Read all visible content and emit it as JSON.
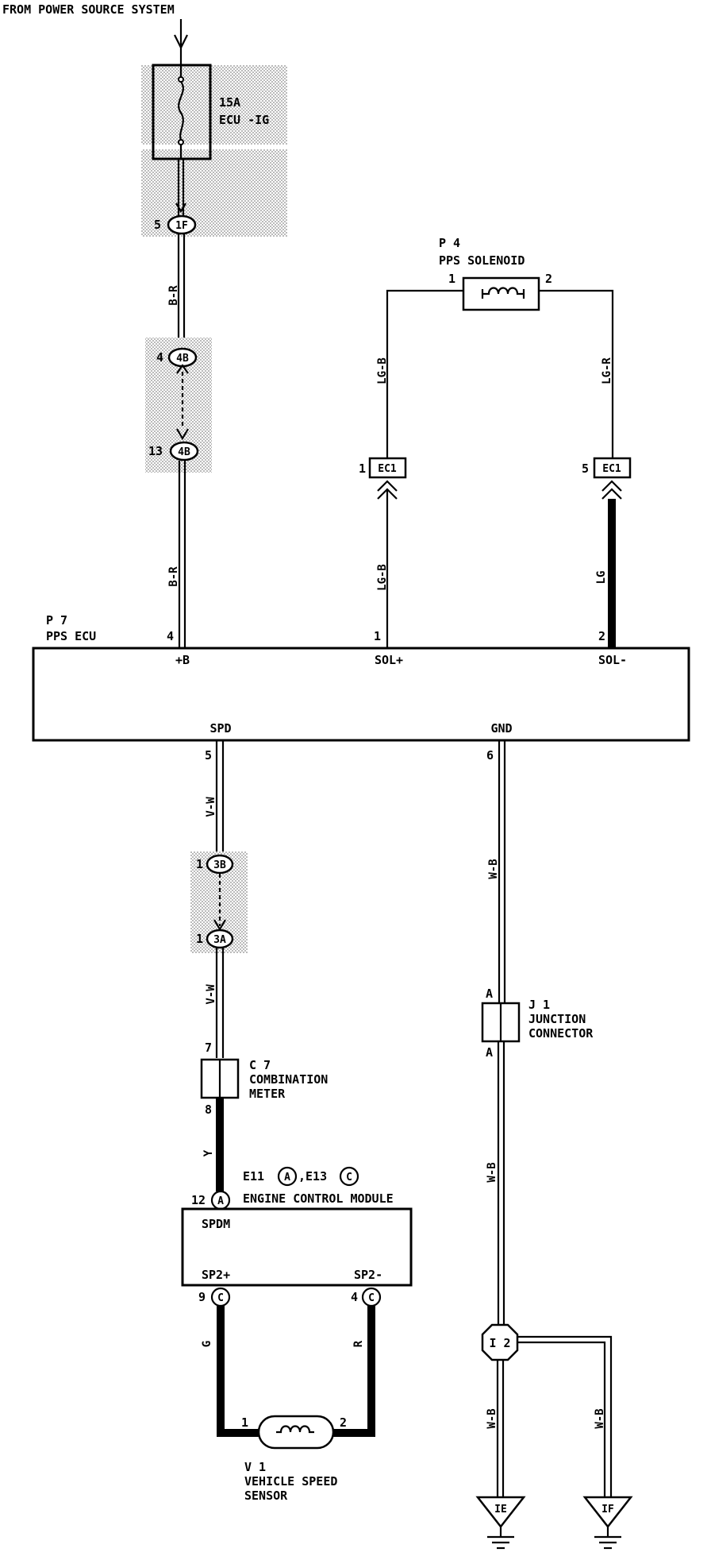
{
  "header": {
    "source": "FROM POWER SOURCE SYSTEM"
  },
  "fuse": {
    "rating": "15A",
    "name": "ECU -IG"
  },
  "connectors": {
    "c1f": {
      "id": "1F",
      "pin": "5"
    },
    "c4b_top": {
      "id": "4B",
      "pin": "4"
    },
    "c4b_bottom": {
      "id": "4B",
      "pin": "13"
    },
    "ec1_left": {
      "id": "EC1",
      "pin": "1"
    },
    "ec1_right": {
      "id": "EC1",
      "pin": "5"
    },
    "c3b": {
      "id": "3B",
      "pin": "1"
    },
    "c3a": {
      "id": "3A",
      "pin": "1"
    },
    "ecm_a": {
      "id": "A",
      "pin": "12"
    },
    "ecm_c_left": {
      "id": "C",
      "pin": "9"
    },
    "ecm_c_right": {
      "id": "C",
      "pin": "4"
    }
  },
  "wires": {
    "br_upper": "B-R",
    "br_lower": "B-R",
    "lgb_upper": "LG-B",
    "lgb_lower": "LG-B",
    "lgr": "LG-R",
    "lg": "LG",
    "vw_upper": "V-W",
    "vw_lower": "V-W",
    "y": "Y",
    "g": "G",
    "r": "R",
    "wb_1": "W-B",
    "wb_2": "W-B",
    "wb_3": "W-B",
    "wb_4": "W-B"
  },
  "solenoid": {
    "code": "P 4",
    "name": "PPS SOLENOID",
    "pin_left": "1",
    "pin_right": "2"
  },
  "ecu": {
    "code": "P 7",
    "name": "PPS ECU",
    "pins": {
      "b": {
        "num": "4",
        "label": "+B"
      },
      "solp": {
        "num": "1",
        "label": "SOL+"
      },
      "solm": {
        "num": "2",
        "label": "SOL-"
      },
      "spd": {
        "num": "5",
        "label": "SPD"
      },
      "gnd": {
        "num": "6",
        "label": "GND"
      }
    }
  },
  "junction": {
    "code": "J 1",
    "name_line1": "JUNCTION",
    "name_line2": "CONNECTOR",
    "pin_top": "A",
    "pin_bottom": "A"
  },
  "meter": {
    "code": "C 7",
    "name_line1": "COMBINATION",
    "name_line2": "METER",
    "pin_top": "7",
    "pin_bottom": "8"
  },
  "ecm": {
    "code_e11": "E11",
    "conn_a": "A",
    "code_e13": ",E13",
    "conn_c": "C",
    "name": "ENGINE CONTROL MODULE",
    "spdm": "SPDM",
    "sp2p": "SP2+",
    "sp2m": "SP2-"
  },
  "sensor": {
    "code": "V 1",
    "name_line1": "VEHICLE SPEED",
    "name_line2": "SENSOR",
    "pin_left": "1",
    "pin_right": "2"
  },
  "ground_points": {
    "i2": "I 2",
    "ie": "IE",
    "if": "IF"
  }
}
